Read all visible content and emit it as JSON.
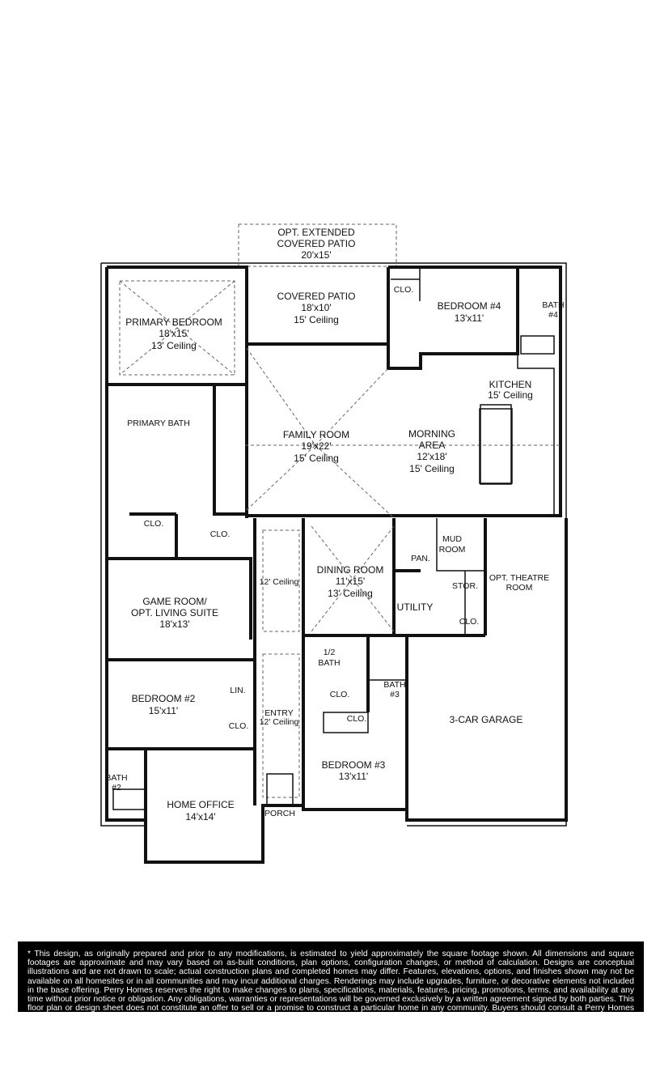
{
  "rooms": {
    "ext_patio": {
      "l1": "OPT. EXTENDED",
      "l2": "COVERED PATIO",
      "dim": "20'x15'"
    },
    "covered_patio": {
      "name": "COVERED PATIO",
      "dim": "18'x10'",
      "ceiling": "15' Ceiling"
    },
    "bedroom4": {
      "name": "BEDROOM #4",
      "dim": "13'x11'",
      "clo": "CLO.",
      "bath_l1": "BATH",
      "bath_l2": "#4"
    },
    "primary_bedroom": {
      "name": "PRIMARY BEDROOM",
      "dim": "18'x15'",
      "ceiling": "13' Ceiling"
    },
    "kitchen": {
      "name": "KITCHEN",
      "ceiling": "15' Ceiling"
    },
    "family_room": {
      "name": "FAMILY ROOM",
      "dim": "19'x22'",
      "ceiling": "15' Ceiling"
    },
    "morning_area": {
      "l1": "MORNING",
      "l2": "AREA",
      "dim": "12'x18'",
      "ceiling": "15' Ceiling"
    },
    "primary_bath": {
      "name": "PRIMARY BATH",
      "clo1": "CLO.",
      "clo2": "CLO."
    },
    "game_room": {
      "l1": "GAME ROOM/",
      "l2": "OPT. LIVING SUITE",
      "dim": "18'x13'"
    },
    "gallery": {
      "ceiling": "12' Ceiling"
    },
    "dining_room": {
      "name": "DINING ROOM",
      "dim": "11'x15'",
      "ceiling": "13' Ceiling"
    },
    "mud_room": {
      "l1": "MUD",
      "l2": "ROOM"
    },
    "pantry": {
      "name": "PAN."
    },
    "storage": {
      "name": "STOR."
    },
    "utility": {
      "name": "UTILITY",
      "clo": "CLO."
    },
    "theatre": {
      "l1": "OPT. THEATRE",
      "l2": "ROOM"
    },
    "half_bath": {
      "l1": "1/2",
      "l2": "BATH"
    },
    "bath3": {
      "l1": "BATH",
      "l2": "#3",
      "clo1": "CLO.",
      "clo2": "CLO."
    },
    "bedroom2": {
      "name": "BEDROOM #2",
      "dim": "15'x11'",
      "lin": "LIN.",
      "clo": "CLO."
    },
    "entry": {
      "name": "ENTRY",
      "ceiling": "12' Ceiling"
    },
    "garage": {
      "name": "3-CAR GARAGE"
    },
    "bedroom3": {
      "name": "BEDROOM #3",
      "dim": "13'x11'"
    },
    "bath2": {
      "l1": "BATH",
      "l2": "#2"
    },
    "home_office": {
      "name": "HOME OFFICE",
      "dim": "14'x14'"
    },
    "porch": {
      "name": "PORCH"
    }
  },
  "disclaimer": "* This design, as originally prepared and prior to any modifications, is estimated to yield approximately the square footage shown. All dimensions and square footages are approximate and may vary based on as-built conditions, plan options, configuration changes, or method of calculation. Designs are conceptual illustrations and are not drawn to scale; actual construction plans and completed homes may differ. Features, elevations, options, and finishes shown may not be available on all homesites or in all communities and may incur additional charges. Renderings may include upgrades, furniture, or decorative elements not included in the base offering. Perry Homes reserves the right to make changes to plans, specifications, materials, features, pricing, promotions, terms, and availability at any time without prior notice or obligation. Any obligations, warranties or representations will be governed exclusively by a written agreement signed by both parties. This floor plan or design sheet does not constitute an offer to sell or a promise to construct a particular home in any community. Buyers should consult a Perry Homes sales representative to confirm current availability and"
}
